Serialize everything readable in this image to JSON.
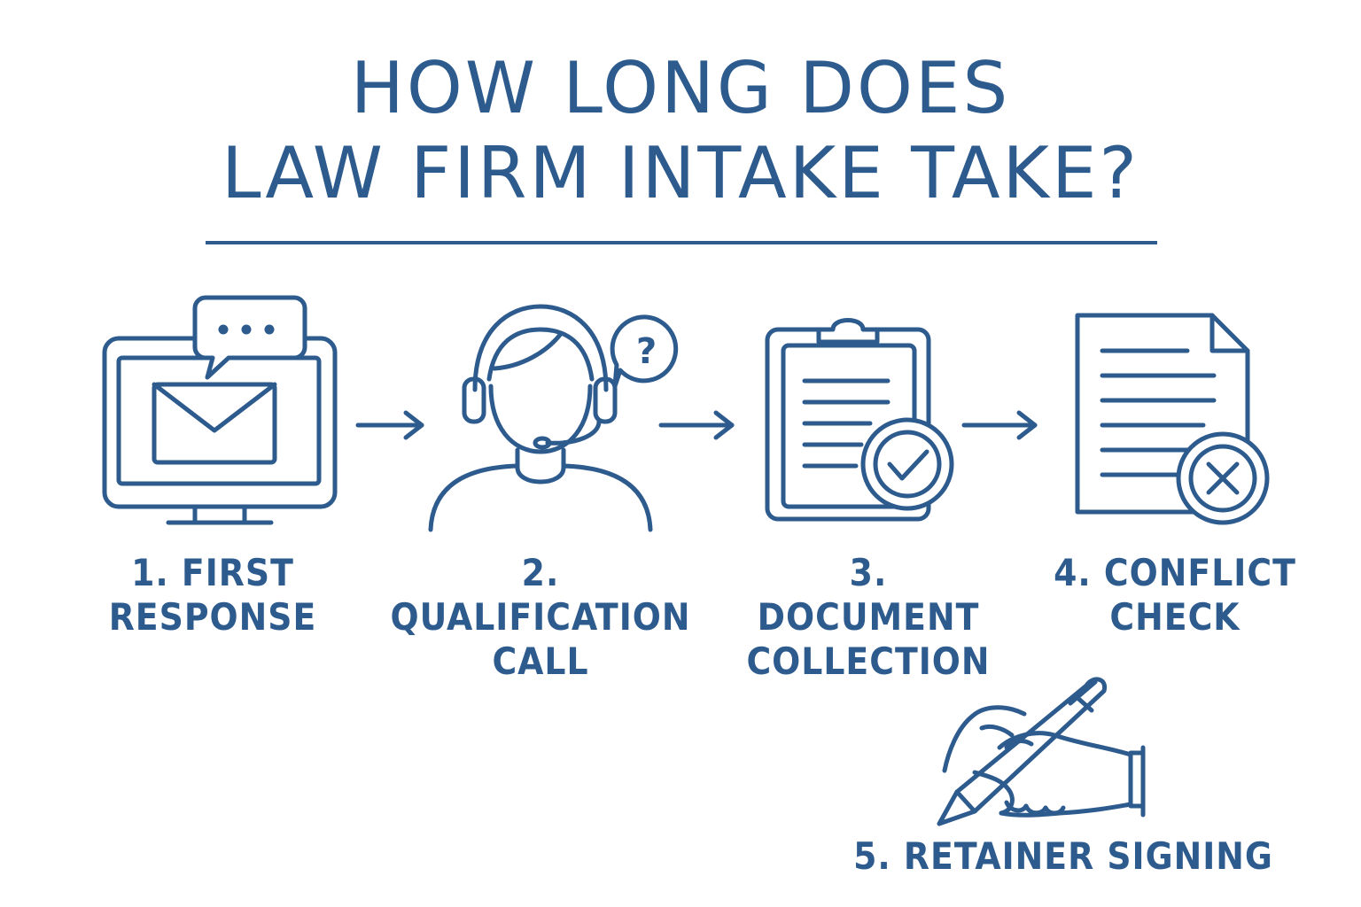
{
  "title": {
    "line1": "HOW LONG DOES",
    "line2": "LAW FIRM INTAKE TAKE?"
  },
  "steps": [
    {
      "line1": "1. FIRST",
      "line2": "RESPONSE",
      "icon": "computer-email-chat-icon"
    },
    {
      "line1": "2. QUALIFICATION",
      "line2": "CALL",
      "icon": "headset-person-question-icon"
    },
    {
      "line1": "3. DOCUMENT",
      "line2": "COLLECTION",
      "icon": "clipboard-check-icon"
    },
    {
      "line1": "4. CONFLICT",
      "line2": "CHECK",
      "icon": "document-x-icon"
    },
    {
      "line1": "5. RETAINER SIGNING",
      "line2": "",
      "icon": "hand-pen-icon"
    }
  ],
  "colors": {
    "ink": "#2d5b8d",
    "background": "#ffffff"
  }
}
